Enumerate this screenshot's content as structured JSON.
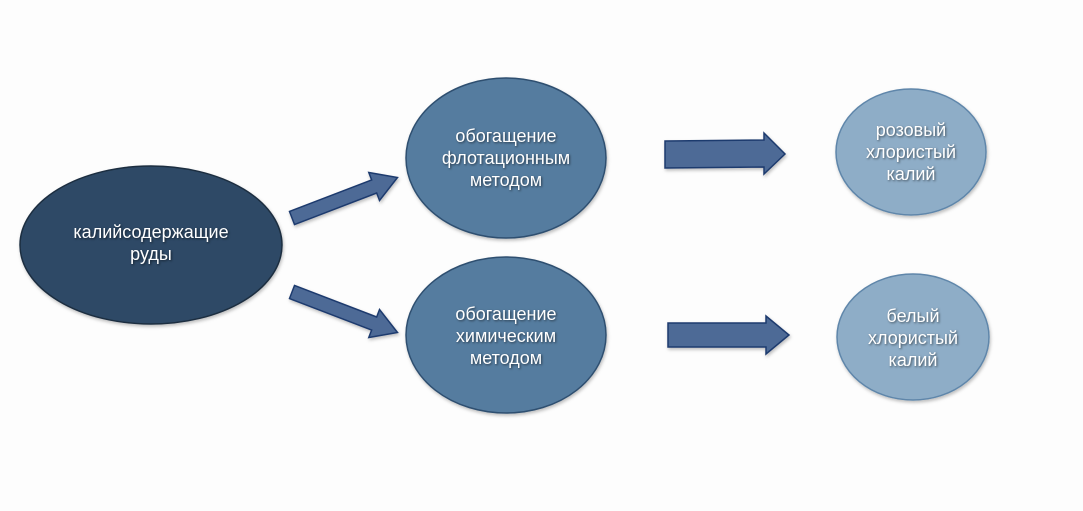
{
  "nodes": {
    "source": {
      "lines": [
        "калийсодержащие",
        "руды"
      ],
      "color": "#2f4a66"
    },
    "flotation": {
      "lines": [
        "обогащение",
        "флотационным",
        "методом"
      ],
      "color": "#557b9f"
    },
    "chemical": {
      "lines": [
        "обогащение",
        "химическим",
        "методом"
      ],
      "color": "#557b9f"
    },
    "pink_kcl": {
      "lines": [
        "розовый",
        "хлористый",
        "калий"
      ],
      "color": "#8eadc7"
    },
    "white_kcl": {
      "lines": [
        "белый",
        "хлористый",
        "калий"
      ],
      "color": "#8eadc7"
    }
  },
  "arrow_color": "#4e6a96"
}
